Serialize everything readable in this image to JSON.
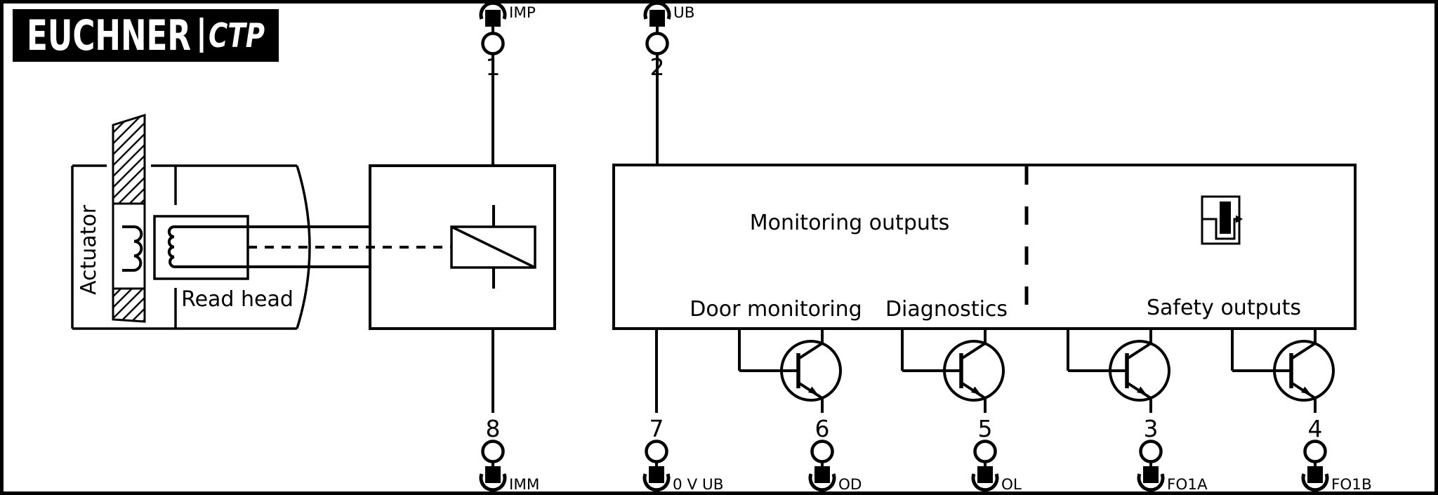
{
  "logo": {
    "brand": "EUCHNER",
    "product": "CTP"
  },
  "left_assembly": {
    "actuator_label": "Actuator",
    "read_head_label": "Read head"
  },
  "output_box": {
    "monitoring_title": "Monitoring outputs",
    "door_monitoring_label": "Door monitoring",
    "diagnostics_label": "Diagnostics",
    "safety_outputs_label": "Safety outputs"
  },
  "terminals_top": [
    {
      "number": "1",
      "label": "IMP"
    },
    {
      "number": "2",
      "label": "UB"
    }
  ],
  "terminals_bottom": [
    {
      "number": "8",
      "label": "IMM"
    },
    {
      "number": "7",
      "label": "0 V UB"
    },
    {
      "number": "6",
      "label": "OD"
    },
    {
      "number": "5",
      "label": "OL"
    },
    {
      "number": "3",
      "label": "FO1A"
    },
    {
      "number": "4",
      "label": "FO1B"
    }
  ],
  "colors": {
    "line": "#000000",
    "background": "#ffffff",
    "logo_background": "#000000",
    "logo_text": "#ffffff"
  }
}
